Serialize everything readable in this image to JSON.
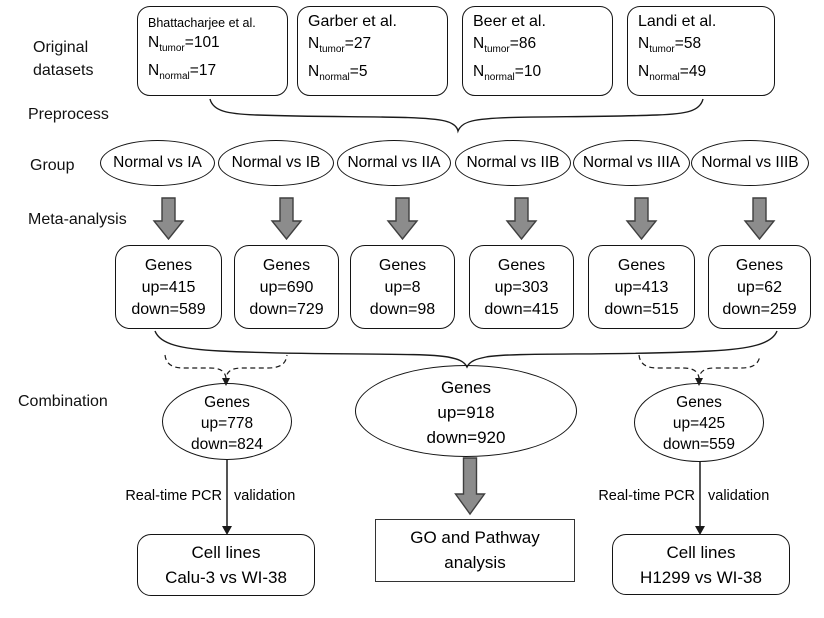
{
  "stages": {
    "original_line1": "Original",
    "original_line2": "datasets",
    "preprocess": "Preprocess",
    "group": "Group",
    "meta": "Meta-analysis",
    "combination": "Combination"
  },
  "datasets": [
    {
      "name": "Bhattacharjee et al.",
      "tumor": {
        "base": "N",
        "sub": "tumor",
        "val": "=101"
      },
      "normal": {
        "base": "N",
        "sub": "normal",
        "val": "=17"
      }
    },
    {
      "name": "Garber et al.",
      "tumor": {
        "base": "N",
        "sub": "tumor",
        "val": "=27"
      },
      "normal": {
        "base": "N",
        "sub": "normal",
        "val": "=5"
      }
    },
    {
      "name": "Beer et al.",
      "tumor": {
        "base": "N",
        "sub": "tumor",
        "val": "=86"
      },
      "normal": {
        "base": "N",
        "sub": "normal",
        "val": "=10"
      }
    },
    {
      "name": "Landi et al.",
      "tumor": {
        "base": "N",
        "sub": "tumor",
        "val": "=58"
      },
      "normal": {
        "base": "N",
        "sub": "normal",
        "val": "=49"
      }
    }
  ],
  "groups": [
    {
      "label": "Normal vs IA"
    },
    {
      "label": "Normal vs IB"
    },
    {
      "label": "Normal vs IIA"
    },
    {
      "label": "Normal vs IIB"
    },
    {
      "label": "Normal vs IIIA"
    },
    {
      "label": "Normal vs IIIB"
    }
  ],
  "meta_results": [
    {
      "title": "Genes",
      "up": "up=415",
      "down": "down=589"
    },
    {
      "title": "Genes",
      "up": "up=690",
      "down": "down=729"
    },
    {
      "title": "Genes",
      "up": "up=8",
      "down": "down=98"
    },
    {
      "title": "Genes",
      "up": "up=303",
      "down": "down=415"
    },
    {
      "title": "Genes",
      "up": "up=413",
      "down": "down=515"
    },
    {
      "title": "Genes",
      "up": "up=62",
      "down": "down=259"
    }
  ],
  "combined": {
    "left": {
      "title": "Genes",
      "up": "up=778",
      "down": "down=824"
    },
    "center": {
      "title": "Genes",
      "up": "up=918",
      "down": "down=920"
    },
    "right": {
      "title": "Genes",
      "up": "up=425",
      "down": "down=559"
    }
  },
  "pcr": {
    "left_pre": "Real-time PCR",
    "left_post": "validation",
    "right_pre": "Real-time PCR",
    "right_post": "validation"
  },
  "outputs": {
    "left_line1": "Cell lines",
    "left_line2": "Calu-3 vs WI-38",
    "center_line1": "GO and Pathway",
    "center_line2": "analysis",
    "right_line1": "Cell lines",
    "right_line2": "H1299 vs WI-38"
  },
  "colors": {
    "background": "#ffffff",
    "line": "#1a1a1a",
    "text": "#000000",
    "arrow_fill": "#8c8c8c",
    "arrow_stroke": "#3f3f3f"
  }
}
